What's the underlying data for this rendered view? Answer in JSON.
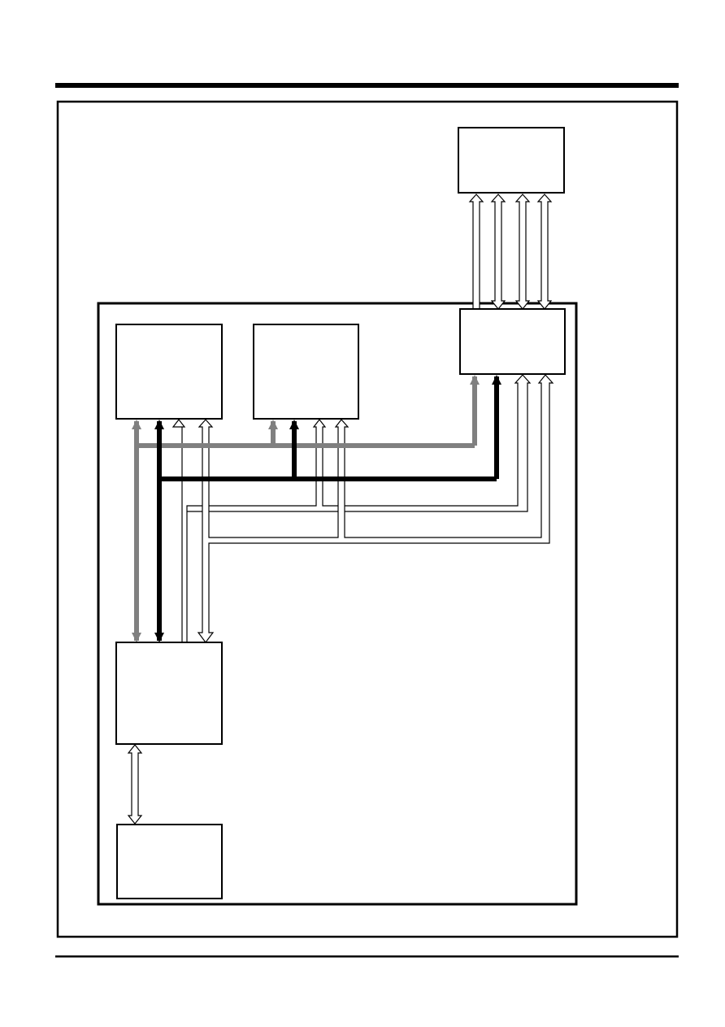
{
  "colors": {
    "background": "#ffffff",
    "line": "#000000",
    "bus_gray": "#808080",
    "bus_black": "#000000",
    "bus_white_fill": "#ffffff"
  },
  "blocks": [
    {
      "id": "external-block",
      "label": ""
    },
    {
      "id": "interface-block",
      "label": ""
    },
    {
      "id": "block-a",
      "label": ""
    },
    {
      "id": "block-b",
      "label": ""
    },
    {
      "id": "main-block",
      "label": ""
    },
    {
      "id": "bottom-block",
      "label": ""
    }
  ],
  "buses": [
    {
      "id": "gray-bus",
      "color": "gray",
      "direction": "bidirectional"
    },
    {
      "id": "black-bus",
      "color": "black",
      "direction": "bidirectional"
    },
    {
      "id": "white-bus-1",
      "color": "white",
      "direction": "to-peripherals"
    },
    {
      "id": "white-bus-2",
      "color": "white",
      "direction": "to-peripherals-and-main"
    },
    {
      "id": "external-link",
      "color": "white",
      "direction": "mixed",
      "lines": 4
    },
    {
      "id": "main-to-bottom-link",
      "color": "white",
      "direction": "bidirectional"
    }
  ]
}
